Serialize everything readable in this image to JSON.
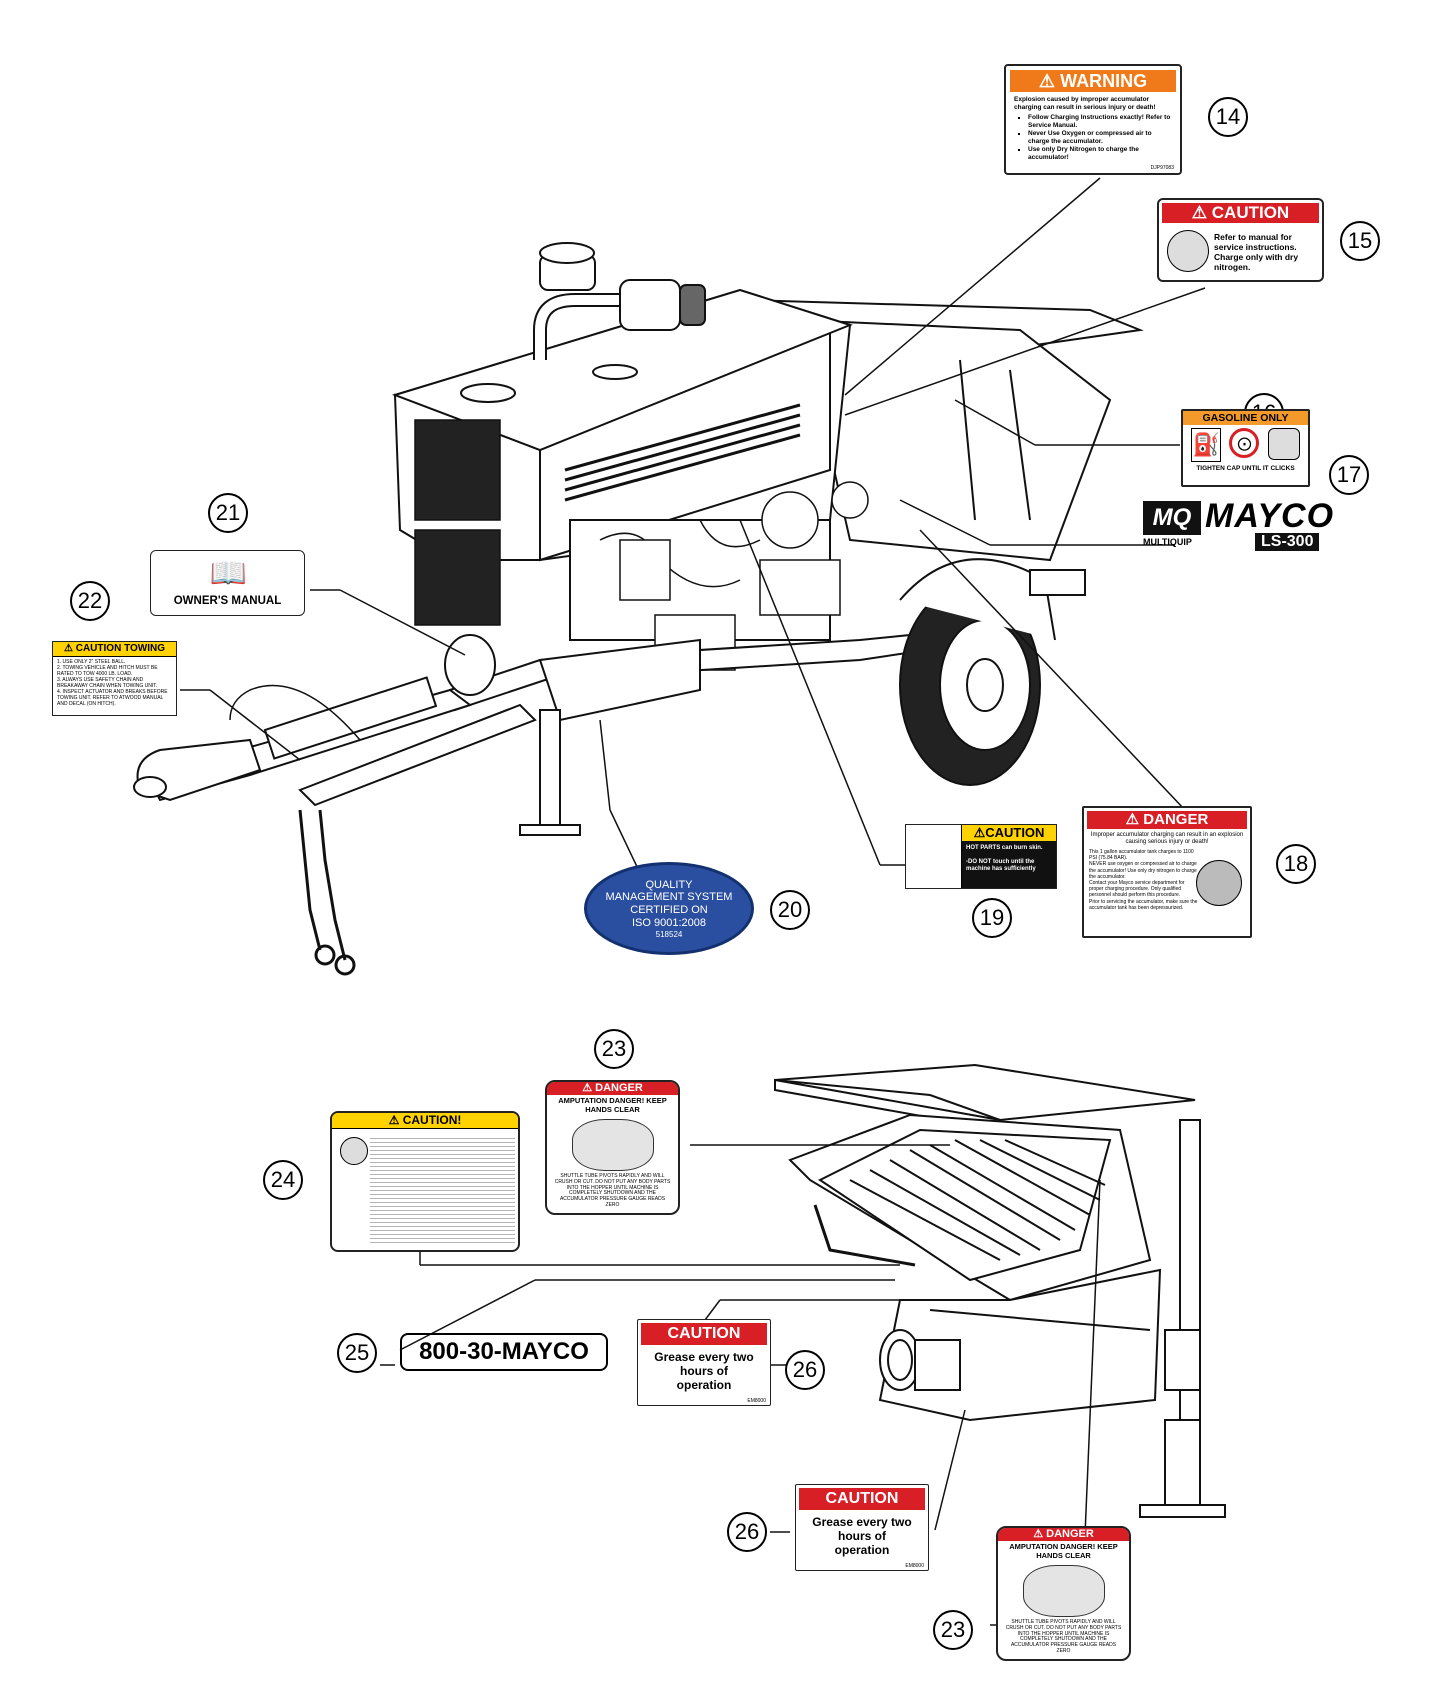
{
  "colors": {
    "warning_orange": "#f07a1a",
    "caution_red": "#d81f26",
    "danger_red": "#d81f26",
    "caution_yellow": "#ffd200",
    "iso_blue": "#2b4fa0",
    "gasoline_orange": "#f39a2b"
  },
  "callouts": {
    "c14": "14",
    "c15": "15",
    "c16": "16",
    "c17": "17",
    "c18": "18",
    "c19": "19",
    "c20": "20",
    "c21": "21",
    "c22": "22",
    "c23a": "23",
    "c23b": "23",
    "c24": "24",
    "c25": "25",
    "c26a": "26",
    "c26b": "26"
  },
  "decal14": {
    "header": "WARNING",
    "intro": "Explosion caused by improper accumulator charging can result in serious injury or death!",
    "bullets": [
      "Follow Charging Instructions exactly! Refer to Service Manual.",
      "Never Use Oxygen or compressed air to charge the accumulator.",
      "Use only Dry Nitrogen to charge the accumulator!"
    ],
    "code": "DJP97083"
  },
  "decal15": {
    "header": "CAUTION",
    "text": "Refer to manual for service instructions. Charge only with dry nitrogen."
  },
  "decal16": {
    "header": "GASOLINE ONLY",
    "footer": "TIGHTEN CAP UNTIL IT CLICKS"
  },
  "decal17": {
    "brand": "MAYCO",
    "model": "LS-300",
    "mq": "MQ",
    "multiquip": "MULTIQUIP"
  },
  "decal18": {
    "header": "DANGER",
    "line1": "Improper accumulator charging can result in an explosion causing serious injury or death!",
    "line2": "This 1 gallon accumulator tank charges to 1100 PSI (75.84 BAR).",
    "line3": "NEVER use oxygen or compressed air to charge the accumulator! Use only dry nitrogen to charge the accumulator.",
    "line4": "Contact your Mayco service department for proper charging procedure. Only qualified personnel should perform this procedure.",
    "line5": "Prior to servicing the accumulator, make sure the accumulator tank has been depressurized."
  },
  "decal19": {
    "header": "CAUTION",
    "line1": "HOT PARTS can burn skin.",
    "line2": "-DO NOT touch until the machine has sufficiently"
  },
  "decal20": {
    "line1": "QUALITY",
    "line2": "MANAGEMENT SYSTEM",
    "line3": "CERTIFIED ON",
    "line4": "ISO 9001:2008",
    "line5": "518524"
  },
  "decal21": {
    "text": "OWNER'S MANUAL"
  },
  "decal22": {
    "header": "CAUTION TOWING",
    "items": [
      "1. USE ONLY 2\" STEEL BALL.",
      "2. TOWING VEHICLE AND HITCH MUST BE RATED TO TOW 4000 LB. LOAD.",
      "3. ALWAYS USE SAFETY CHAIN AND BREAKAWAY CHAIN WHEN TOWING UNIT.",
      "4. INSPECT ACTUATOR AND BREAKS BEFORE TOWING UNIT. REFER TO ATWOOD MANUAL AND DECAL (ON HITCH)."
    ]
  },
  "decal23": {
    "header": "DANGER",
    "title": "AMPUTATION DANGER! KEEP HANDS CLEAR",
    "body": "SHUTTLE TUBE PIVOTS RAPIDLY AND WILL CRUSH OR CUT. DO NOT PUT ANY BODY PARTS INTO THE HOPPER UNTIL MACHINE IS COMPLETELY SHUTDOWN AND THE ACCUMULATOR PRESSURE GAUGE READS ZERO"
  },
  "decal24": {
    "header": "CAUTION!"
  },
  "decal25": {
    "text": "800-30-MAYCO"
  },
  "decal26": {
    "header": "CAUTION",
    "text": "Grease every two hours of operation",
    "code": "EM8000"
  }
}
